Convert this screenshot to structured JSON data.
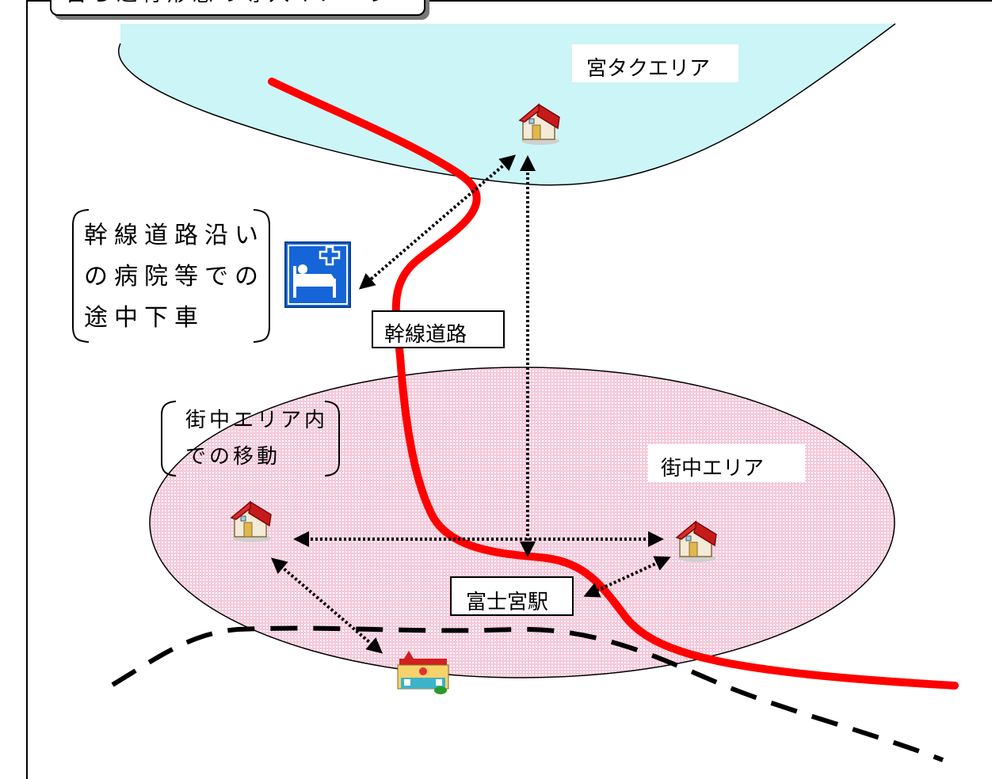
{
  "title": "自ら運行形態の導入イメージ",
  "labels": {
    "taxi_area": "宮タクエリア",
    "machinaka_area": "街中エリア",
    "trunk_road": "幹線道路",
    "station": "富士宮駅"
  },
  "notes": {
    "hospital_stop": [
      "幹線道路沿い",
      "の病院等での",
      "途中下車"
    ],
    "intra_area_move": [
      "街中エリア内",
      "での移動"
    ]
  },
  "icons": {
    "house": "house-icon",
    "hospital_sign": "hospital-bed-sign-icon",
    "station": "station-building-icon"
  },
  "colors": {
    "taxi_area_fill": "#ccf5f7",
    "machinaka_area_fill": "#f6c8da",
    "trunk_road": "#ff0000",
    "railway": "#000000",
    "hospital_sign_bg": "#1565d8"
  }
}
